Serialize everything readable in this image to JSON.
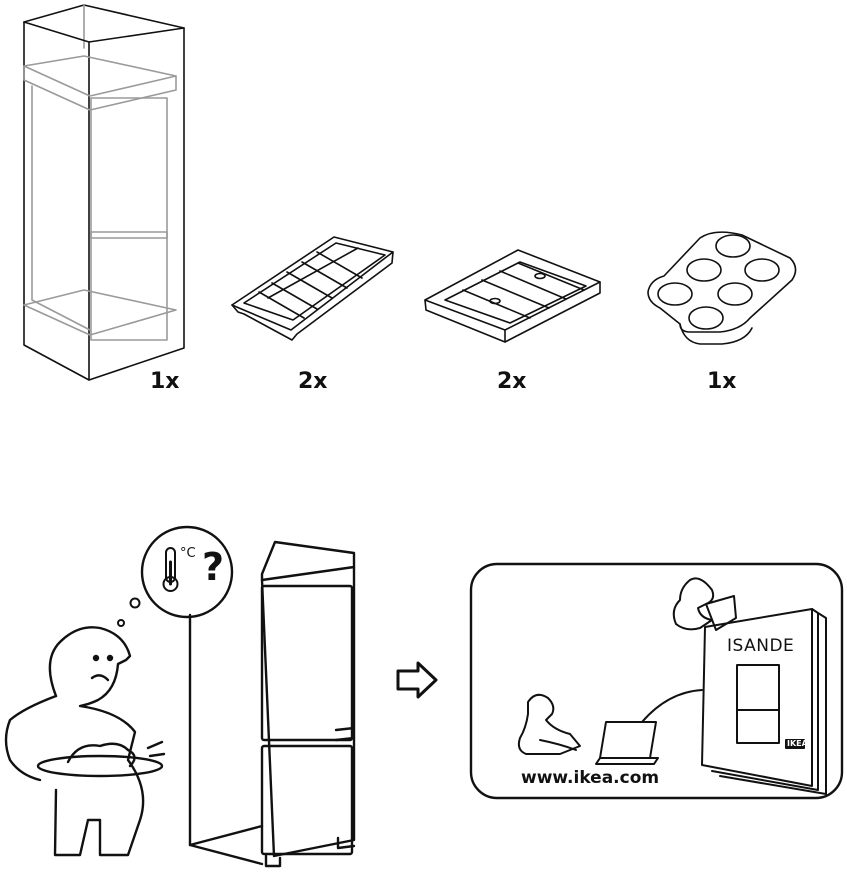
{
  "parts": [
    {
      "name": "refrigerator-freezer",
      "quantity": "1x"
    },
    {
      "name": "ice-cube-tray",
      "quantity": "2x"
    },
    {
      "name": "odor-filter",
      "quantity": "2x"
    },
    {
      "name": "egg-tray",
      "quantity": "1x"
    }
  ],
  "thought": {
    "unit": "°C",
    "symbol": "?"
  },
  "manual": {
    "product_name": "ISANDE",
    "brand_logo": "IKEA"
  },
  "website": "www.ikea.com",
  "colors": {
    "line": "#111111",
    "light_line": "#9a9a9a",
    "background": "#ffffff"
  }
}
